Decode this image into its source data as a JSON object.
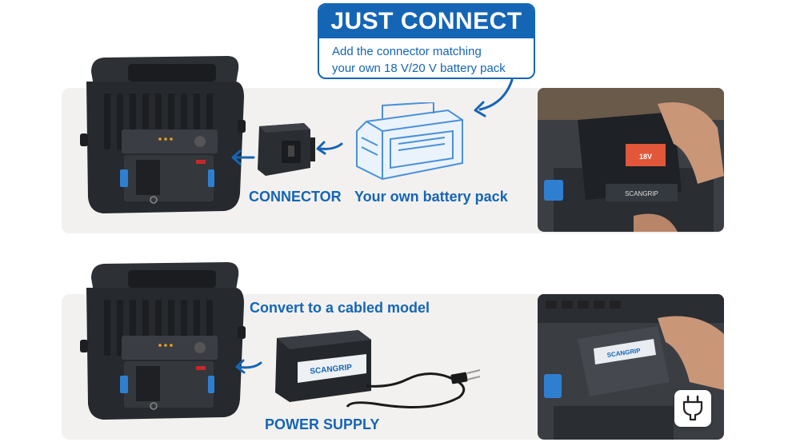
{
  "callout": {
    "title": "JUST CONNECT",
    "line1": "Add the connector matching",
    "line2": "your own 18 V/20 V battery pack"
  },
  "top_row": {
    "connector_label": "CONNECTOR",
    "battery_label": "Your own battery pack"
  },
  "bottom_row": {
    "convert_label": "Convert to a cabled model",
    "power_label": "POWER SUPPLY"
  },
  "brand": "SCANGRIP",
  "icons": {
    "plug": "plug-icon"
  },
  "colors": {
    "accent": "#1565b5",
    "panel": "#f2f1ef",
    "device": "#26292d"
  }
}
